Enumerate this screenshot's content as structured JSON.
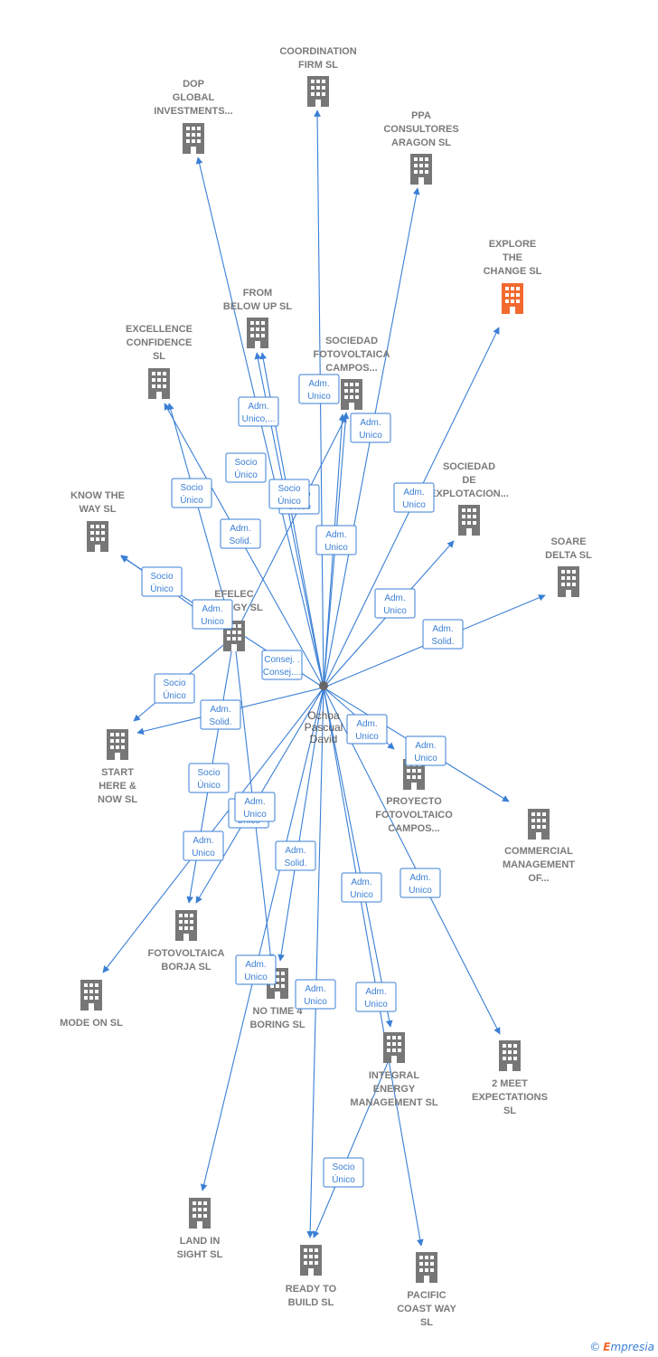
{
  "colors": {
    "edge": "#3a7fd5",
    "building": "#777777",
    "highlight": "#f26a2e"
  },
  "center": {
    "lines": [
      "Ochoa",
      "Pascual",
      "David"
    ]
  },
  "nodes": [
    {
      "id": "coordination",
      "lines": [
        "COORDINATION",
        "FIRM  SL"
      ]
    },
    {
      "id": "dop",
      "lines": [
        "DOP",
        "GLOBAL",
        "INVESTMENTS..."
      ]
    },
    {
      "id": "ppa",
      "lines": [
        "PPA",
        "CONSULTORES",
        "ARAGON  SL"
      ]
    },
    {
      "id": "explore",
      "lines": [
        "EXPLORE",
        "THE",
        "CHANGE  SL"
      ],
      "highlight": true
    },
    {
      "id": "frombelow",
      "lines": [
        "FROM",
        "BELOW UP  SL"
      ]
    },
    {
      "id": "excellence",
      "lines": [
        "EXCELLENCE",
        "CONFIDENCE",
        "SL"
      ]
    },
    {
      "id": "sociedad_foto",
      "lines": [
        "SOCIEDAD",
        "FOTOVOLTAICA",
        "CAMPOS..."
      ]
    },
    {
      "id": "sociedad_expl",
      "lines": [
        "SOCIEDAD",
        "DE",
        "EXPLOTACION..."
      ]
    },
    {
      "id": "knowtheway",
      "lines": [
        "KNOW THE",
        "WAY  SL"
      ]
    },
    {
      "id": "soare",
      "lines": [
        "SOARE",
        "DELTA SL"
      ]
    },
    {
      "id": "efelec",
      "lines": [
        "EFELEC",
        "ENERGY  SL"
      ]
    },
    {
      "id": "starthere",
      "lines": [
        "START",
        "HERE &",
        "NOW  SL"
      ]
    },
    {
      "id": "proyecto",
      "lines": [
        "PROYECTO",
        "FOTOVOLTAICO",
        "CAMPOS..."
      ]
    },
    {
      "id": "commercial",
      "lines": [
        "COMMERCIAL",
        "MANAGEMENT",
        "OF..."
      ]
    },
    {
      "id": "fotoborja",
      "lines": [
        "FOTOVOLTAICA",
        "BORJA  SL"
      ]
    },
    {
      "id": "modeon",
      "lines": [
        "MODE ON  SL"
      ]
    },
    {
      "id": "notime",
      "lines": [
        "NO TIME 4",
        "BORING  SL"
      ]
    },
    {
      "id": "integral",
      "lines": [
        "INTEGRAL",
        "ENERGY",
        "MANAGEMENT SL"
      ]
    },
    {
      "id": "twomeet",
      "lines": [
        "2 MEET",
        "EXPECTATIONS",
        "SL"
      ]
    },
    {
      "id": "landinsight",
      "lines": [
        "LAND IN",
        "SIGHT  SL"
      ]
    },
    {
      "id": "readytobuild",
      "lines": [
        "READY TO",
        "BUILD  SL"
      ]
    },
    {
      "id": "pacific",
      "lines": [
        "PACIFIC",
        "COAST WAY",
        "SL"
      ]
    }
  ],
  "edge_labels": [
    [
      "Adm.",
      "Unico"
    ],
    [
      "Adm.",
      "Unico,..."
    ],
    [
      "Socio",
      "Único"
    ],
    [
      "Adm.",
      "Solid."
    ],
    [
      "Socio",
      "Único"
    ],
    [
      "Adm.",
      "Unico"
    ],
    [
      "Socio",
      "Único"
    ],
    [
      "Adm.",
      "Unico"
    ],
    [
      "Adm.",
      "Unico"
    ],
    [
      "Adm.",
      "Unico"
    ],
    [
      "Socio",
      "Único"
    ],
    [
      "Adm.",
      "Solid."
    ],
    [
      "Adm.",
      "Unico"
    ],
    [
      "Consej. .",
      "Consej...."
    ],
    [
      "Socio",
      "Único"
    ],
    [
      "Adm.",
      "Solid."
    ],
    [
      "Socio",
      "Único"
    ],
    [
      "Adm.",
      "Unico"
    ],
    [
      "Adm.",
      "Unico"
    ],
    [
      "Adm.",
      "Unico"
    ],
    [
      "Socio",
      "Único"
    ],
    [
      "Adm.",
      "Unico"
    ],
    [
      "Adm.",
      "Unico"
    ],
    [
      "Adm.",
      "Solid."
    ],
    [
      "Adm.",
      "Unico"
    ],
    [
      "Adm.",
      "Unico"
    ],
    [
      "Adm.",
      "Unico"
    ],
    [
      "Adm.",
      "Unico"
    ],
    [
      "Adm.",
      "Unico"
    ],
    [
      "Socio",
      "Único"
    ]
  ],
  "footer": {
    "copyright": "©",
    "brand_first": "E",
    "brand_rest": "mpresia"
  }
}
